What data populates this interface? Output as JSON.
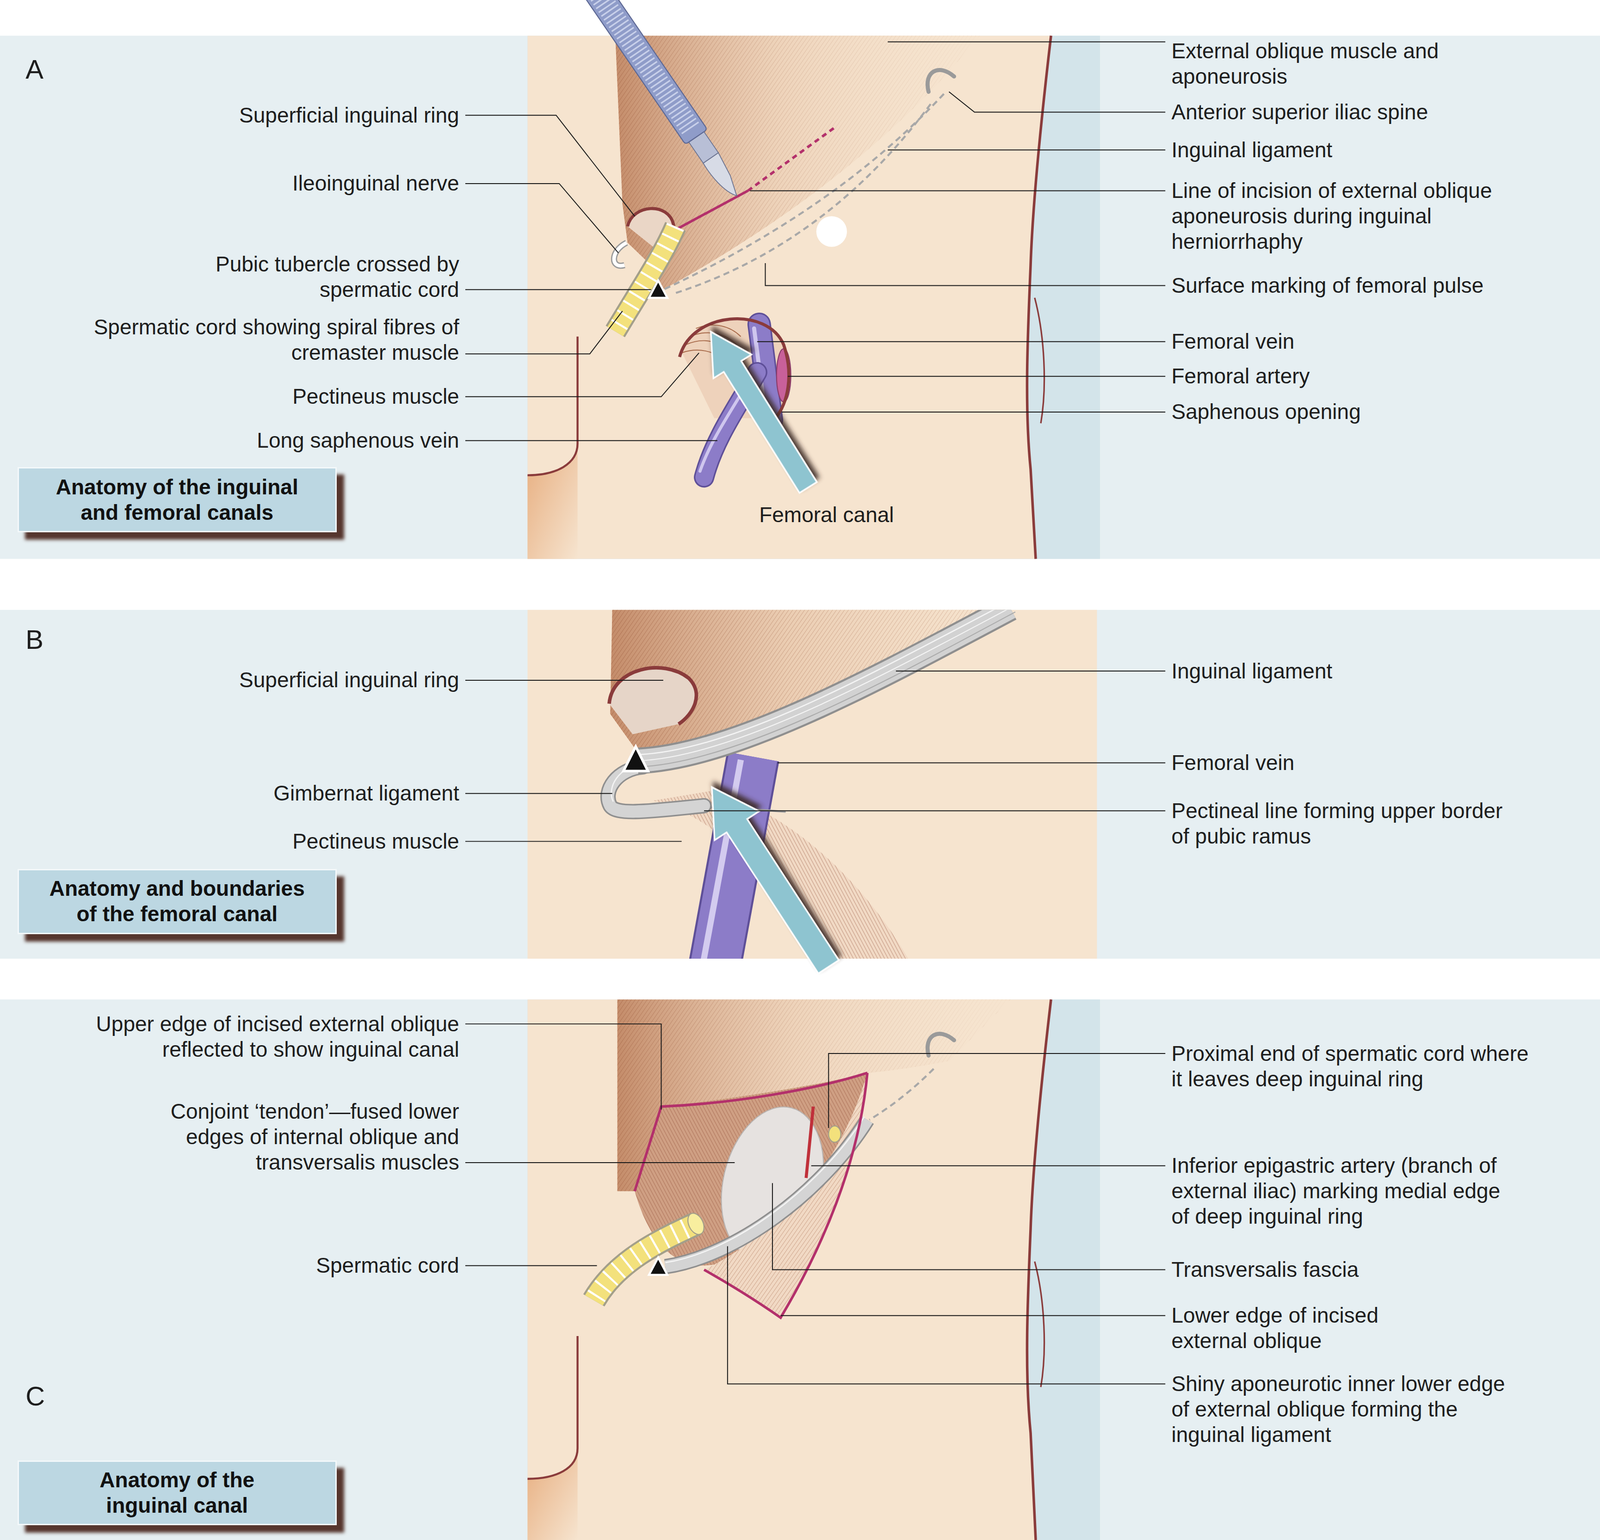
{
  "diagram": {
    "nodes": [
      {
        "text": [
          "Anatomy of the inguinal and femoral canals"
        ]
      },
      {
        "text": [
          "Anatomy and boundaries of the femoral canal"
        ]
      },
      {
        "text": [
          "Anatomy of the inguinal canal"
        ]
      }
    ],
    "labels": [
      "A",
      "External oblique muscle and aponeurosis",
      "Anterior superior iliac spine",
      "Superficial inguinal ring",
      "Inguinal ligament",
      "Ileoinguinal nerve",
      "Line of incision of external oblique aponeurosis during inguinal herniorrhaphy",
      "Pubic tubercle crossed by spermatic cord",
      "Surface marking of femoral pulse",
      "Spermatic cord showing spiral fibres of cremaster muscle",
      "Femoral vein",
      "Femoral artery",
      "Pectineus muscle",
      "Saphenous opening",
      "Long saphenous vein",
      "Femoral canal",
      "B",
      "Superficial inguinal ring",
      "Inguinal ligament",
      "Femoral vein",
      "Gimbernat ligament",
      "Pectineal line forming upper border of pubic ramus",
      "Pectineus muscle",
      "Upper edge of incised external oblique reflected to show inguinal canal",
      "Proximal end of spermatic cord where it leaves deep inguinal ring",
      "Conjoint ‘tendon’—fused lower edges of internal oblique and transversalis muscles",
      "Inferior epigastric artery (branch of external iliac) marking medial edge of deep inguinal ring",
      "Spermatic cord",
      "Transversalis fascia",
      "Lower edge of incised external oblique",
      "C",
      "Shiny aponeurotic inner lower edge of external oblique forming the inguinal ligament"
    ]
  }
}
